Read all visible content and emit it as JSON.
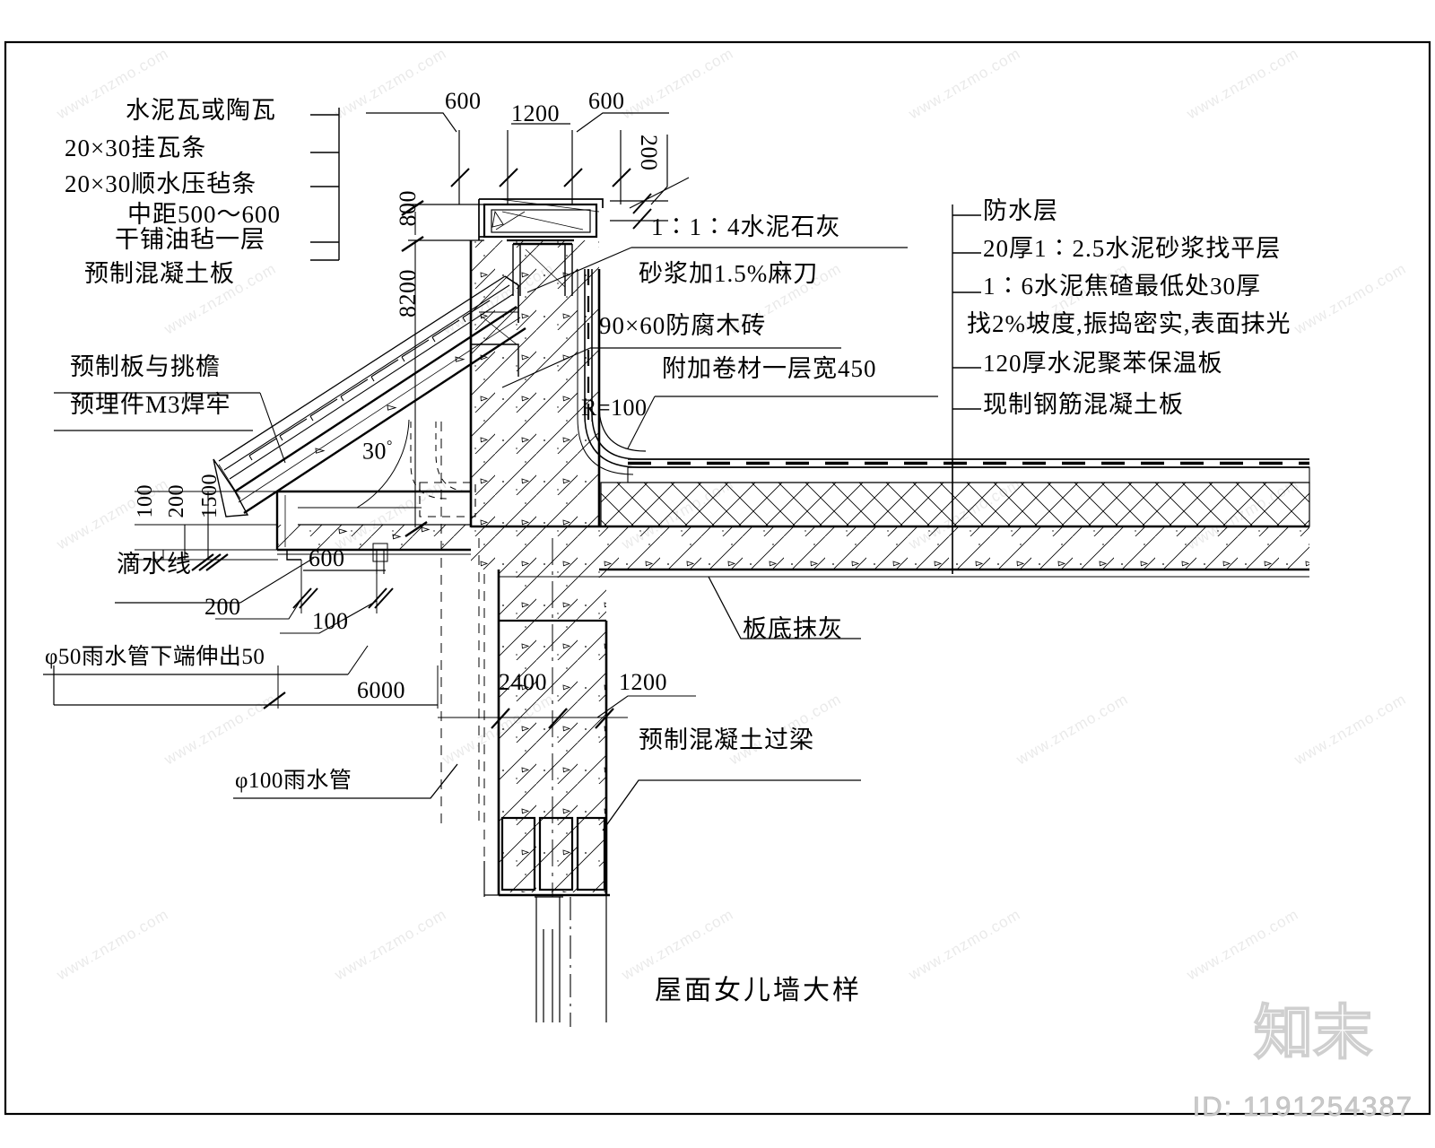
{
  "drawing": {
    "title": "屋面女儿墙大样",
    "type": "architectural-detail-section"
  },
  "left_annotations": {
    "roof_buildup": [
      "水泥瓦或陶瓦",
      "20×30挂瓦条",
      "20×30顺水压毡条",
      "中距500～600",
      "干铺油毡一层",
      "预制混凝土板"
    ],
    "eave_note_line1": "预制板与挑檐",
    "eave_note_line2": "预埋件M3焊牢",
    "drip_line": "滴水线",
    "downpipe_50": "φ50雨水管下端伸出50",
    "downpipe_100": "φ100雨水管"
  },
  "center_annotations": {
    "mortar_line1": "1∶1∶4水泥石灰",
    "mortar_line2": "砂浆加1.5%麻刀",
    "wood_brick": "90×60防腐木砖",
    "extra_membrane": "附加卷材一层宽450",
    "radius": "R=100",
    "soffit_plaster": "板底抹灰",
    "precast_lintel": "预制混凝土过梁"
  },
  "right_annotations": [
    "防水层",
    "20厚1∶2.5水泥砂浆找平层",
    "1∶6水泥焦碴最低处30厚",
    "找2%坡度,振捣密实,表面抹光",
    "120厚水泥聚苯保温板",
    "现制钢筋混凝土板"
  ],
  "dimensions": {
    "top_600_left": "600",
    "top_1200": "1200",
    "top_600_right": "600",
    "parapet_200": "200",
    "height_800": "800",
    "height_8200": "8200",
    "angle_30": "30",
    "angle_unit": "°",
    "eave_100": "100",
    "eave_200": "200",
    "eave_1500": "1500",
    "soffit_600": "600",
    "drip_200": "200",
    "drip_100": "100",
    "span_6000": "6000",
    "wall_2400": "2400",
    "lintel_1200": "1200"
  },
  "watermark": {
    "tiles": [
      "www.znzmo.com",
      "www.znzmo.com",
      "www.znzmo.com",
      "www.znzmo.com",
      "www.znzmo.com",
      "www.znzmo.com",
      "www.znzmo.com",
      "www.znzmo.com",
      "www.znzmo.com",
      "www.znzmo.com",
      "www.znzmo.com",
      "www.znzmo.com",
      "www.znzmo.com",
      "www.znzmo.com",
      "www.znzmo.com",
      "www.znzmo.com",
      "www.znzmo.com",
      "www.znzmo.com",
      "www.znzmo.com",
      "www.znzmo.com"
    ],
    "brand": "知末",
    "id_label": "ID: 1191254387"
  },
  "colors": {
    "line": "#000000",
    "background": "#ffffff",
    "watermark": "rgba(0,0,0,0.085)"
  }
}
